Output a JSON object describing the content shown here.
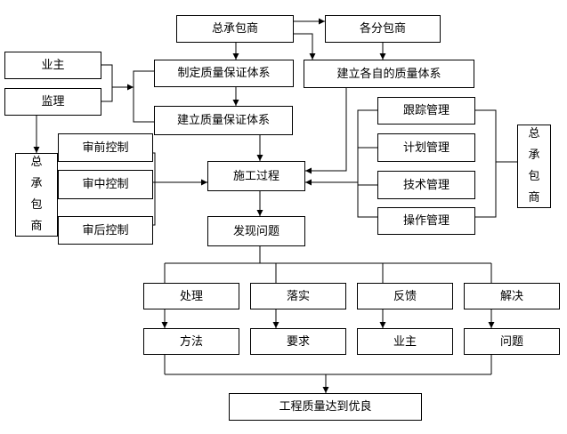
{
  "nodes": {
    "general_contractor_top": "总承包商",
    "subcontractors": "各分包商",
    "owner": "业主",
    "supervisor": "监理",
    "formulate_qa_system": "制定质量保证体系",
    "build_own_quality_system": "建立各自的质量体系",
    "establish_qa_system": "建立质量保证体系",
    "general_contractor_left": [
      "总",
      "承",
      "包",
      "商"
    ],
    "general_contractor_right": [
      "总",
      "承",
      "包",
      "商"
    ],
    "pre_review_control": "审前控制",
    "mid_review_control": "审中控制",
    "post_review_control": "审后控制",
    "construction_process": "施工过程",
    "find_problems": "发现问题",
    "tracking_management": "跟踪管理",
    "planning_management": "计划管理",
    "technical_management": "技术管理",
    "operation_management": "操作管理",
    "handle": "处理",
    "implement": "落实",
    "feedback": "反馈",
    "resolve": "解决",
    "method": "方法",
    "requirement": "要求",
    "owner_bottom": "业主",
    "problem": "问题",
    "quality_excellent": "工程质量达到优良"
  }
}
